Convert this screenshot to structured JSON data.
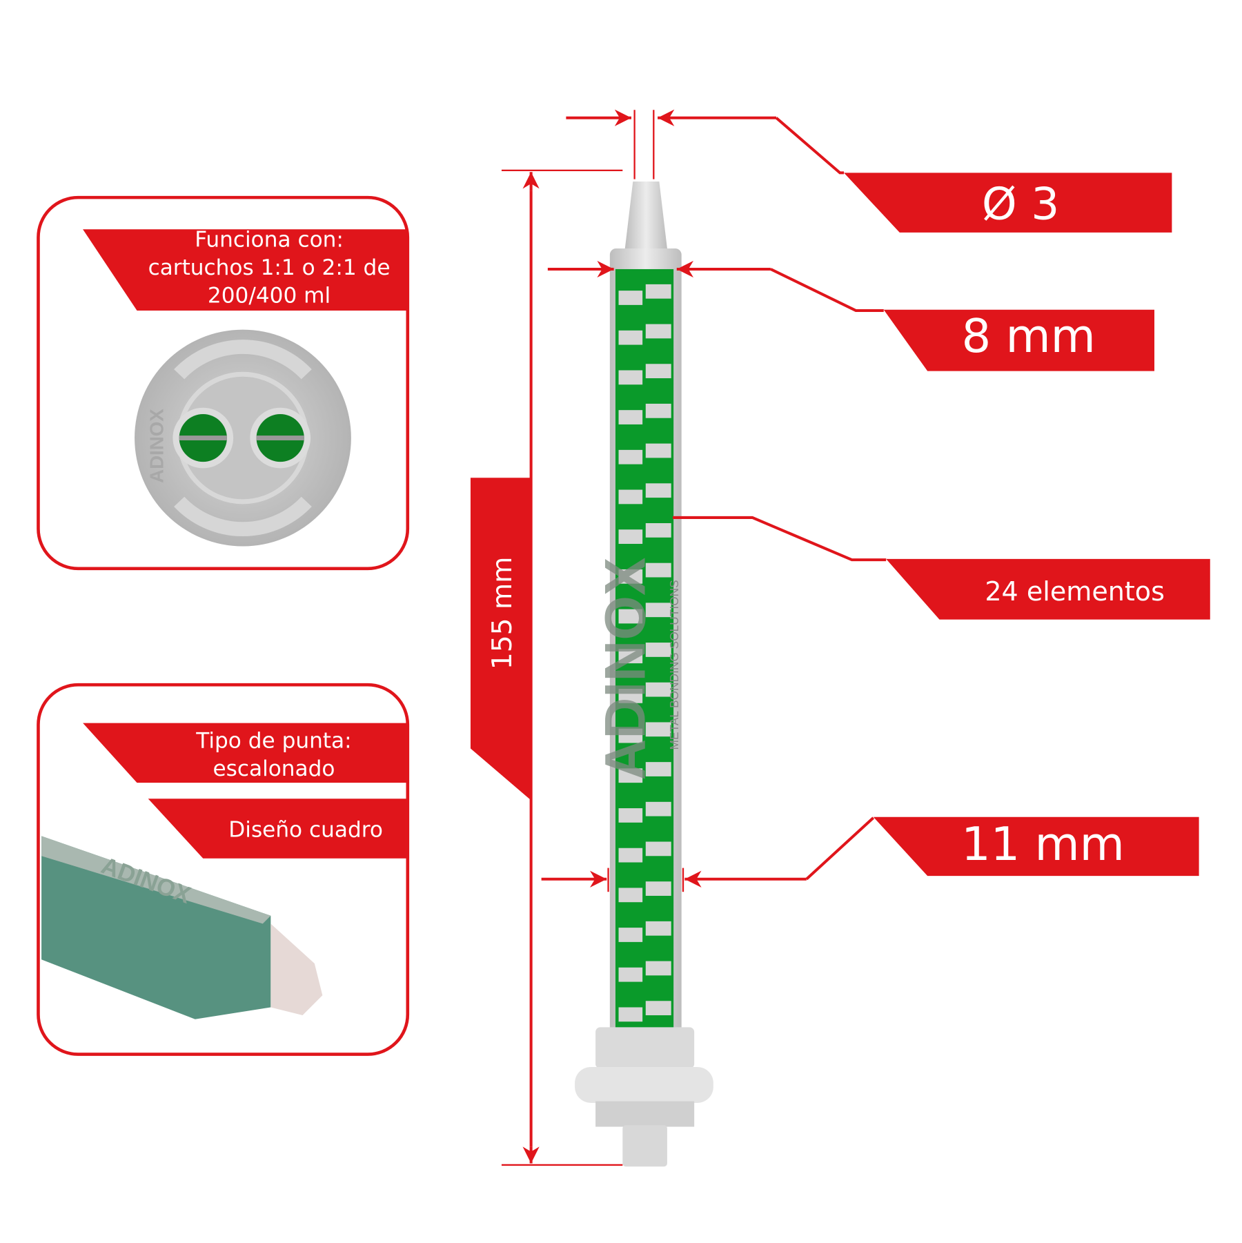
{
  "colors": {
    "accent": "#e0151b",
    "green": "#0a9a2a",
    "plastic": "#d4d4d4"
  },
  "dimensions": {
    "tip_diameter": "Ø 3",
    "outer_diameter": "8 mm",
    "elements": "24 elementos",
    "base_width": "11 mm",
    "length": "155 mm"
  },
  "compat_panel": {
    "lines": [
      "Funciona con:",
      "cartuchos 1:1 o 2:1 de",
      "200/400 ml"
    ]
  },
  "tip_panel": {
    "type_lines": [
      "Tipo de punta:",
      "escalonado"
    ],
    "design": "Diseño cuadro"
  },
  "logo": {
    "brand": "ADINOX",
    "tagline": "METAL BONDING SOLUTIONS"
  }
}
